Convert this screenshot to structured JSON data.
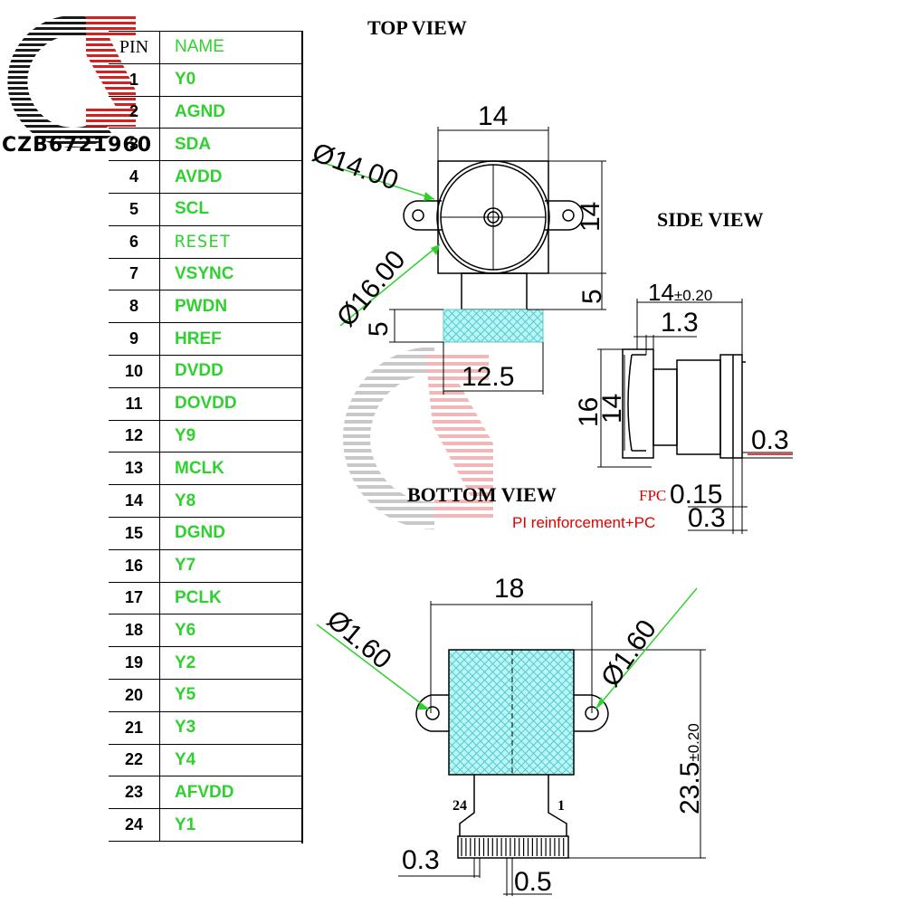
{
  "logo": {
    "text": "CZB6721960"
  },
  "pin_table": {
    "header": {
      "pin": "PIN",
      "name": "NAME"
    },
    "rows": [
      {
        "pin": "1",
        "name": "Y0"
      },
      {
        "pin": "2",
        "name": "AGND"
      },
      {
        "pin": "3",
        "name": "SDA"
      },
      {
        "pin": "4",
        "name": "AVDD"
      },
      {
        "pin": "5",
        "name": "SCL"
      },
      {
        "pin": "6",
        "name": "RESET"
      },
      {
        "pin": "7",
        "name": "VSYNC"
      },
      {
        "pin": "8",
        "name": "PWDN"
      },
      {
        "pin": "9",
        "name": "HREF"
      },
      {
        "pin": "10",
        "name": "DVDD"
      },
      {
        "pin": "11",
        "name": "DOVDD"
      },
      {
        "pin": "12",
        "name": "Y9"
      },
      {
        "pin": "13",
        "name": "MCLK"
      },
      {
        "pin": "14",
        "name": "Y8"
      },
      {
        "pin": "15",
        "name": "DGND"
      },
      {
        "pin": "16",
        "name": "Y7"
      },
      {
        "pin": "17",
        "name": "PCLK"
      },
      {
        "pin": "18",
        "name": "Y6"
      },
      {
        "pin": "19",
        "name": "Y2"
      },
      {
        "pin": "20",
        "name": "Y5"
      },
      {
        "pin": "21",
        "name": "Y3"
      },
      {
        "pin": "22",
        "name": "Y4"
      },
      {
        "pin": "23",
        "name": "AFVDD"
      },
      {
        "pin": "24",
        "name": "Y1"
      }
    ]
  },
  "top_view": {
    "title": "TOP VIEW",
    "dim_width": "14",
    "dim_height": "14",
    "dim_lens_dia": "Ø14.00",
    "dim_mount_dia": "Ø16.00",
    "dim_neck_right": "5",
    "dim_neck_left": "5",
    "dim_fpc_width": "12.5"
  },
  "side_view": {
    "title": "SIDE VIEW",
    "dim_width": "14",
    "dim_width_tol": "±0.20",
    "dim_lens": "1.3",
    "dim_h16": "16",
    "dim_h14": "14",
    "dim_03": "0.3",
    "fpc_label": "FPC",
    "dim_015": "0.15",
    "dim_03b": "0.3",
    "pi_note": "PI reinforcement+PC"
  },
  "bottom_view": {
    "title": "BOTTOM VIEW",
    "dim_width": "18",
    "hole_left": "Ø1.60",
    "hole_right": "Ø1.60",
    "dim_height": "23.5",
    "dim_height_tol": "±0.20",
    "pin_first": "24",
    "pin_last": "1",
    "dim_pitch_gap": "0.3",
    "dim_pitch": "0.5"
  },
  "colors": {
    "pin_name": "#2fd12f",
    "accent_red": "#e00000",
    "hatch": "#7ff0f0",
    "logo_red": "#d32020"
  }
}
